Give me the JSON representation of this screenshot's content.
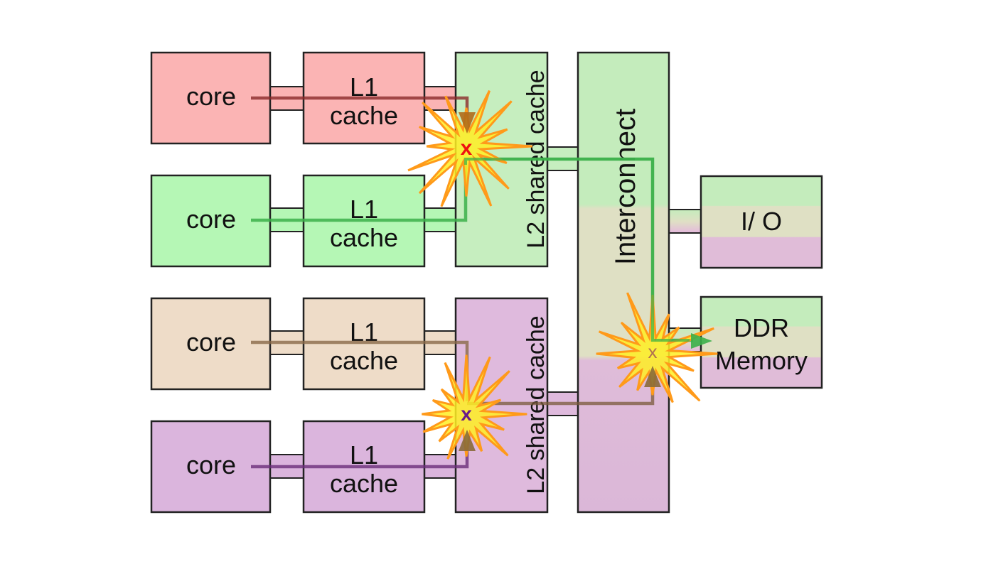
{
  "diagram": {
    "title": "Multi-core cache contention diagram",
    "colors": {
      "core_red": "#fbb4b4",
      "core_green": "#b5f7b5",
      "core_tan": "#eedcc8",
      "core_purple": "#dbb5dd",
      "l2_top": "#c6eebf",
      "l2_bottom": "#dfbadd",
      "interconnect_top": "#c4ecbc",
      "interconnect_mid": "#dfe0c4",
      "interconnect_bottom": "#dfbcd9",
      "burst_fill": "#ffee22",
      "burst_stroke": "#ff9a1a",
      "path_red": "#8b2a2a",
      "path_green": "#3cb04a",
      "path_tan": "#8a6a4a",
      "path_purple": "#6b2f7a",
      "conflict_red": "#ee1111",
      "conflict_purple": "#6a1a8a",
      "conflict_brown": "#a86a4a"
    },
    "cores": [
      {
        "id": "core-1",
        "label": "core",
        "l1_line1": "L1",
        "l1_line2": "cache",
        "color": "red"
      },
      {
        "id": "core-2",
        "label": "core",
        "l1_line1": "L1",
        "l1_line2": "cache",
        "color": "green"
      },
      {
        "id": "core-3",
        "label": "core",
        "l1_line1": "L1",
        "l1_line2": "cache",
        "color": "tan"
      },
      {
        "id": "core-4",
        "label": "core",
        "l1_line1": "L1",
        "l1_line2": "cache",
        "color": "purple"
      }
    ],
    "l2_caches": [
      {
        "label": "L2 shared cache"
      },
      {
        "label": "L2 shared cache"
      }
    ],
    "interconnect": {
      "label": "Interconnect"
    },
    "io": {
      "label": "I/ O"
    },
    "memory": {
      "line1": "DDR",
      "line2": "Memory"
    },
    "conflict_marker": "x"
  }
}
